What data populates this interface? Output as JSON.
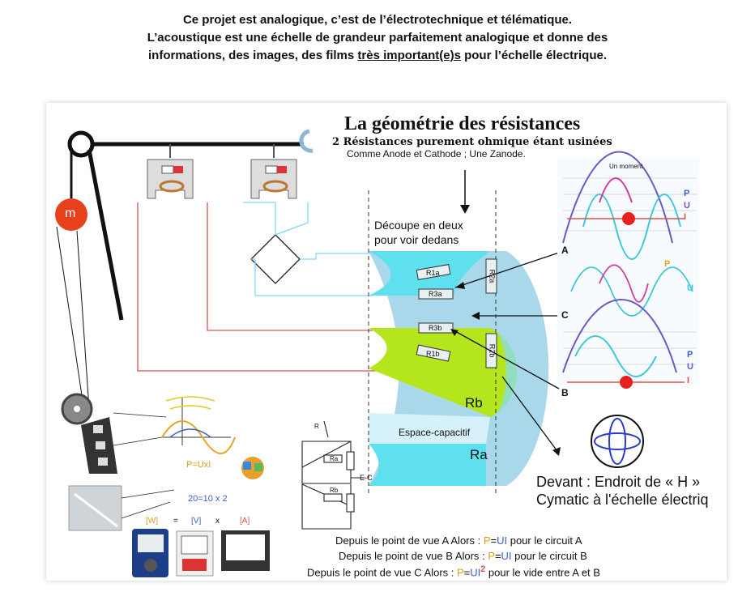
{
  "header": {
    "line1": "Ce projet est analogique, c’est de l’électrotechnique et télématique.",
    "line2": "L’acoustique est une échelle de grandeur parfaitement analogique et  donne des",
    "line3_pre": "informations, des images, des films ",
    "line3_underlined": "très important(e)s",
    "line3_post": " pour l’échelle électrique."
  },
  "diagram": {
    "title": "La géométrie des résistances",
    "subtitle": "2 Résistances purement ohmique étant usinées",
    "subtitle2": "Comme Anode et Cathode ; Une Zanode.",
    "cut_label_1": "Découpe en deux",
    "cut_label_2": "pour voir dedans",
    "mass_label": "m",
    "resistors": {
      "r1a": "R1a",
      "r3a": "R3a",
      "r2a": "R2a",
      "r3b": "R3b",
      "r1b": "R1b",
      "r2b": "R2b"
    },
    "points": {
      "a": "A",
      "b": "B",
      "c": "C"
    },
    "rb_label": "Rb",
    "ra_label": "Ra",
    "space_label": "Espace-capacitif",
    "front_label_1": "Devant : Endroit de « H »",
    "front_label_2": "Cymatic à l'échelle électriq",
    "moment_label": "Un moment",
    "wave_labels": {
      "p": "P",
      "u": "U",
      "i": "I"
    },
    "formula_pui": "P=UxI",
    "formula_numbers": "20=10 x 2",
    "units": {
      "w": "[W]",
      "eq": "=",
      "v": "[V]",
      "x": "x",
      "a": "[A]"
    },
    "circuit": {
      "r": "R",
      "ra": "Ra",
      "rb": "Rb",
      "ec": "E-C"
    },
    "viewpoints": [
      {
        "pre": "Depuis le point de vue A Alors : ",
        "p": "P",
        "eq": "=",
        "ui": "UI",
        "post": " pour le circuit A"
      },
      {
        "pre": "Depuis le point de vue B Alors :  ",
        "p": "P",
        "eq": "=",
        "ui": "UI",
        "post": " pour le circuit B"
      },
      {
        "pre": "Depuis le point de vue C Alors : ",
        "p": "P",
        "eq": "=",
        "ui": "UI",
        "sup": "2",
        "post": "  pour le vide entre A et B"
      }
    ]
  },
  "colors": {
    "cyan": "#5fe0ee",
    "light_blue": "#a8d8ea",
    "lime": "#b5e61d",
    "red_wire": "#d9534f",
    "cyan_wire": "#7fd8ff",
    "mass": "#e8401c"
  }
}
